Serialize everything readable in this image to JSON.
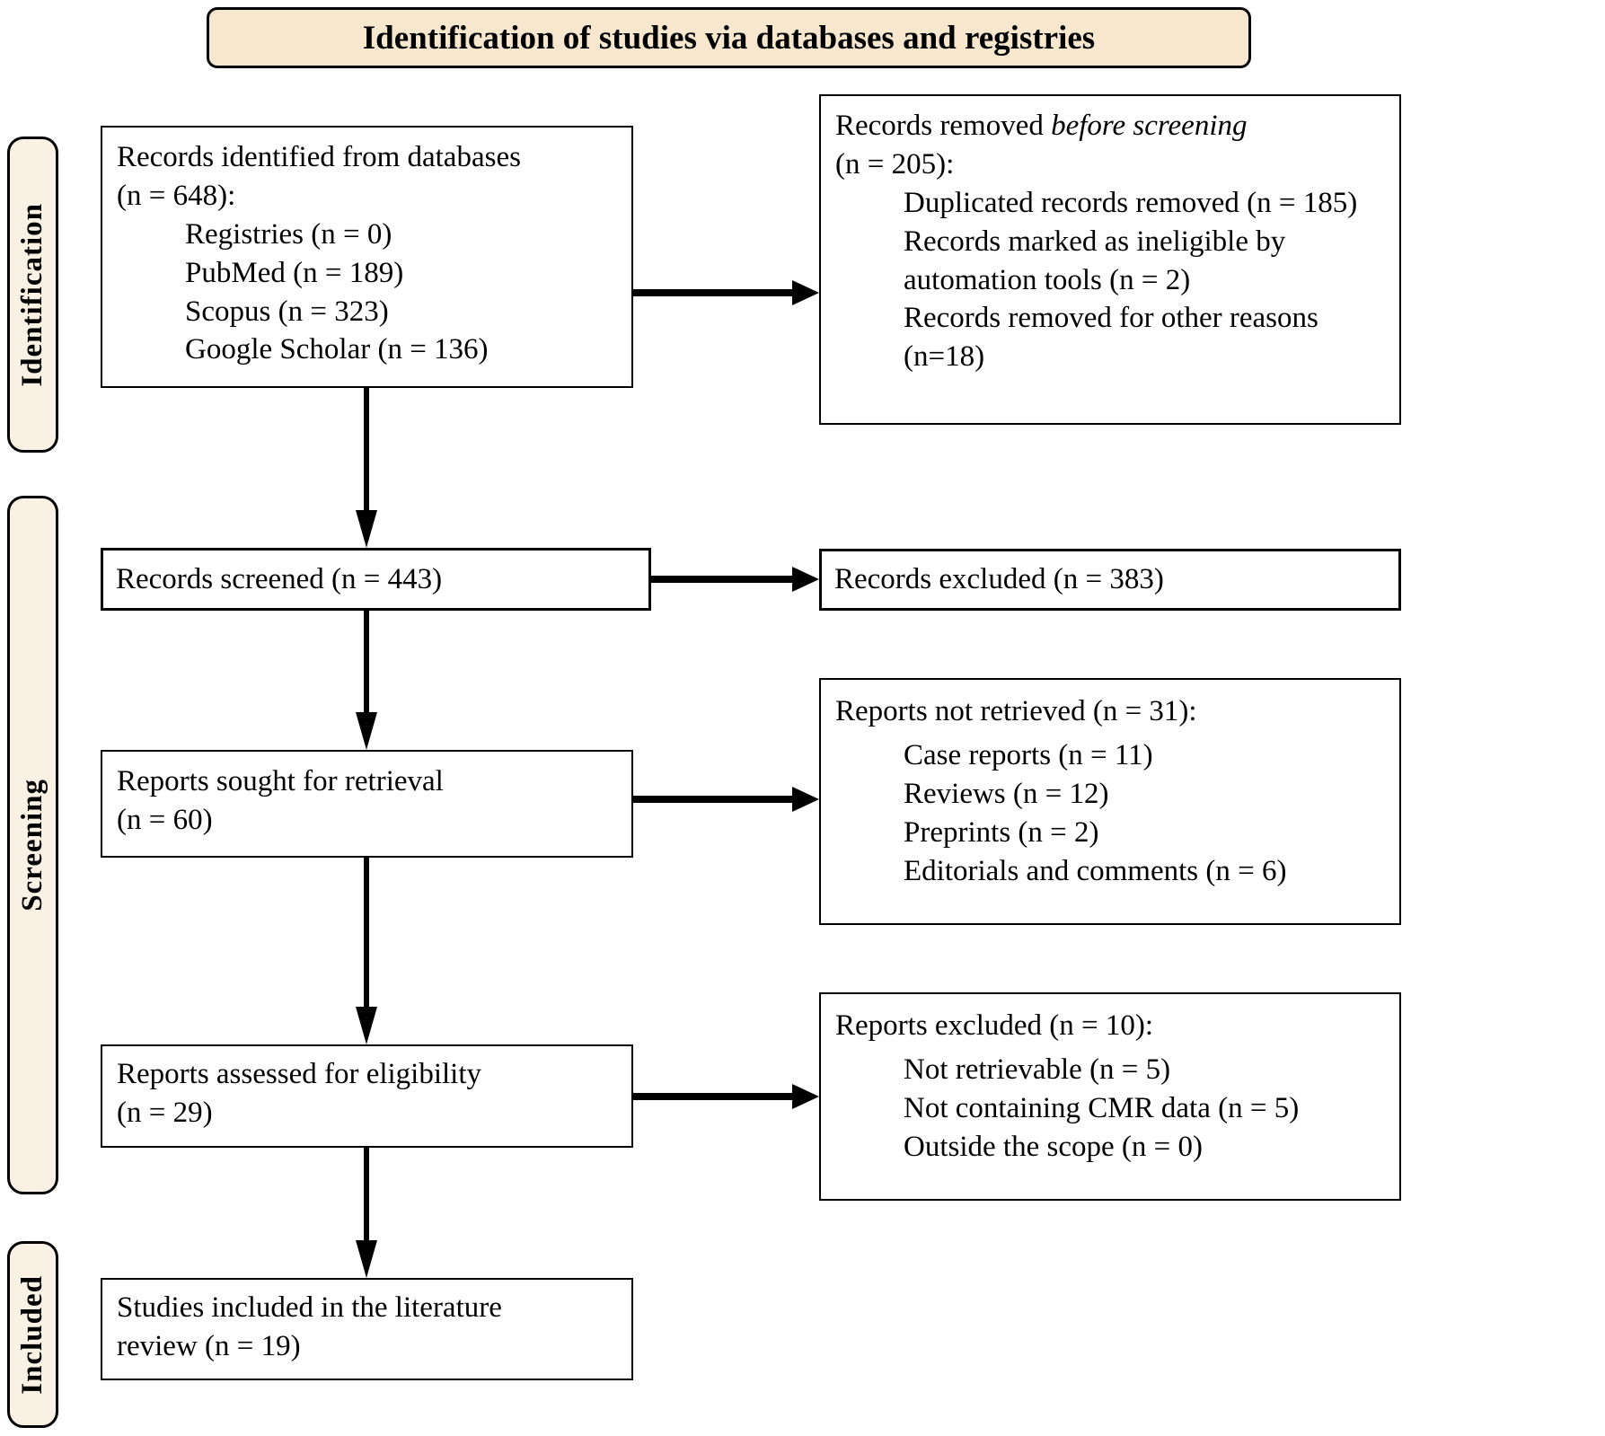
{
  "title": "Identification of studies via databases and registries",
  "colors": {
    "band_fill": "#f7e7ce",
    "side_fill": "#f9f1e4",
    "box_fill": "#ffffff",
    "line": "#000000"
  },
  "sidebar": [
    {
      "label": "Identification"
    },
    {
      "label": "Screening"
    },
    {
      "label": "Included"
    }
  ],
  "boxes": {
    "identified": {
      "heading_lines": [
        "Records identified from databases",
        "(n = 648):"
      ],
      "items": [
        "Registries (n = 0)",
        "PubMed (n = 189)",
        "Scopus (n = 323)",
        "Google Scholar (n = 136)"
      ]
    },
    "removed": {
      "heading_prefix": "Records removed ",
      "heading_italic": "before screening",
      "heading_line2": "(n = 205):",
      "items": [
        "Duplicated records removed (n = 185)",
        "Records marked as ineligible by automation tools (n = 2)",
        "Records removed for other reasons (n=18)"
      ]
    },
    "screened": {
      "label": "Records screened (n = 443)"
    },
    "records_excluded": {
      "label": "Records excluded (n = 383)"
    },
    "sought": {
      "heading_lines": [
        "Reports sought for retrieval",
        "(n = 60)"
      ]
    },
    "not_retrieved": {
      "heading": "Reports not retrieved (n = 31):",
      "items": [
        "Case reports (n = 11)",
        "Reviews (n = 12)",
        "Preprints (n = 2)",
        "Editorials and comments (n = 6)"
      ]
    },
    "assessed": {
      "heading_lines": [
        "Reports assessed for eligibility",
        "(n = 29)"
      ]
    },
    "reports_excluded": {
      "heading": "Reports excluded (n = 10):",
      "items": [
        "Not retrievable (n = 5)",
        "Not containing CMR data (n = 5)",
        "Outside the scope (n = 0)"
      ]
    },
    "included_studies": {
      "heading_lines": [
        "Studies included in the literature",
        "review (n = 19)"
      ]
    }
  }
}
